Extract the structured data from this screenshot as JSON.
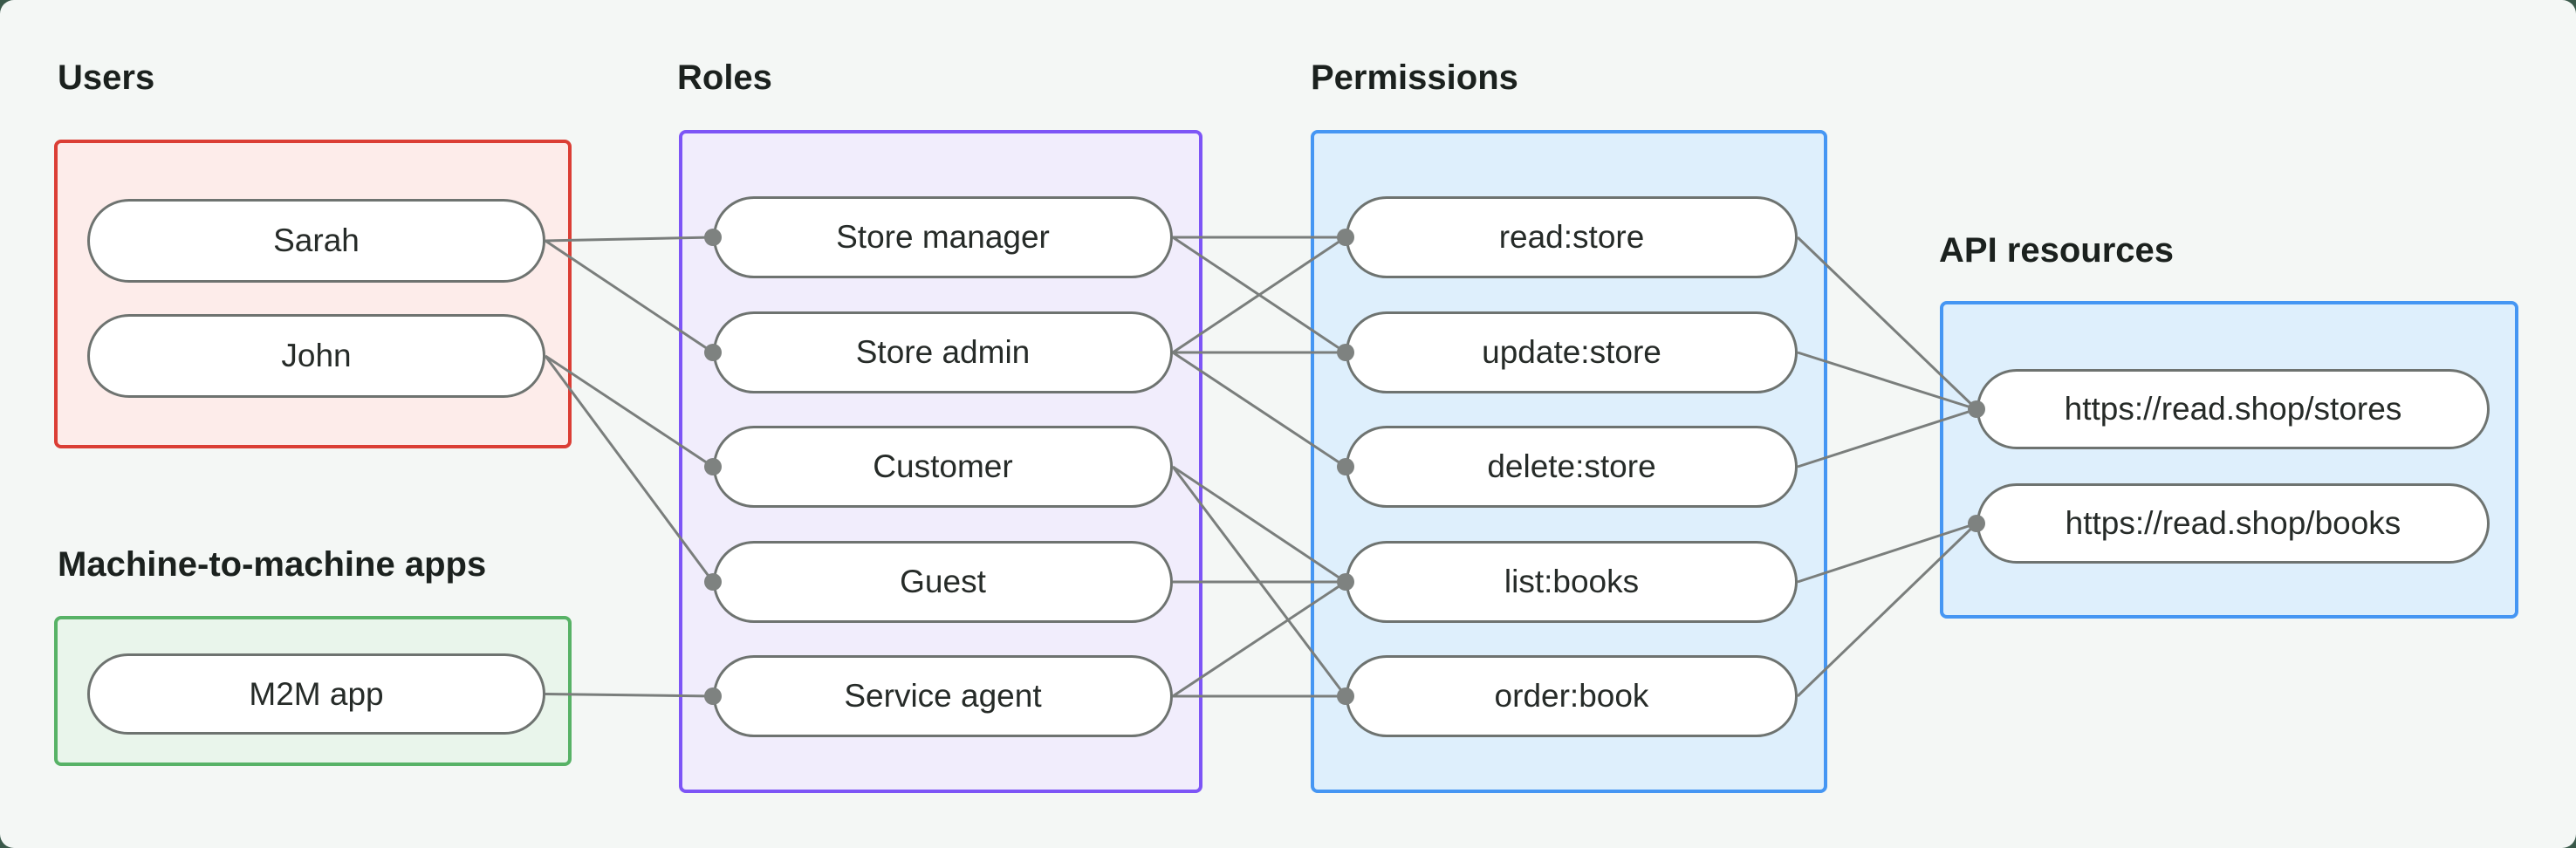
{
  "diagram": {
    "colors": {
      "backdrop": "#3a594a",
      "panel_background": "#f4f7f5",
      "users_border": "#db3e35",
      "users_fill": "#fdecea",
      "m2m_border": "#57b266",
      "m2m_fill": "#e9f5eb",
      "roles_border": "#7d55f6",
      "roles_fill": "#f1edfc",
      "permissions_border": "#4596f3",
      "permissions_fill": "#deeffc",
      "api_border": "#4596f3",
      "api_fill": "#deeffc",
      "node_border": "#6e7370",
      "node_fill": "#ffffff",
      "edge_line": "#7a7e7c",
      "connection_dot": "#7e8280"
    },
    "groups": [
      {
        "id": "users",
        "title": "Users",
        "nodes": [
          {
            "id": "sarah",
            "label": "Sarah"
          },
          {
            "id": "john",
            "label": "John"
          }
        ]
      },
      {
        "id": "m2m",
        "title": "Machine-to-machine apps",
        "nodes": [
          {
            "id": "m2m-app",
            "label": "M2M app"
          }
        ]
      },
      {
        "id": "roles",
        "title": "Roles",
        "nodes": [
          {
            "id": "store-manager",
            "label": "Store manager"
          },
          {
            "id": "store-admin",
            "label": "Store admin"
          },
          {
            "id": "customer",
            "label": "Customer"
          },
          {
            "id": "guest",
            "label": "Guest"
          },
          {
            "id": "service-agent",
            "label": "Service agent"
          }
        ]
      },
      {
        "id": "permissions",
        "title": "Permissions",
        "nodes": [
          {
            "id": "read-store",
            "label": "read:store"
          },
          {
            "id": "update-store",
            "label": "update:store"
          },
          {
            "id": "delete-store",
            "label": "delete:store"
          },
          {
            "id": "list-books",
            "label": "list:books"
          },
          {
            "id": "order-book",
            "label": "order:book"
          }
        ]
      },
      {
        "id": "api",
        "title": "API resources",
        "nodes": [
          {
            "id": "stores",
            "label": "https://read.shop/stores"
          },
          {
            "id": "books",
            "label": "https://read.shop/books"
          }
        ]
      }
    ],
    "edges": [
      {
        "from": "sarah",
        "to": "store-manager"
      },
      {
        "from": "sarah",
        "to": "store-admin"
      },
      {
        "from": "john",
        "to": "customer"
      },
      {
        "from": "john",
        "to": "guest"
      },
      {
        "from": "m2m-app",
        "to": "service-agent"
      },
      {
        "from": "store-manager",
        "to": "read-store"
      },
      {
        "from": "store-manager",
        "to": "update-store"
      },
      {
        "from": "store-admin",
        "to": "read-store"
      },
      {
        "from": "store-admin",
        "to": "update-store"
      },
      {
        "from": "store-admin",
        "to": "delete-store"
      },
      {
        "from": "customer",
        "to": "list-books"
      },
      {
        "from": "customer",
        "to": "order-book"
      },
      {
        "from": "guest",
        "to": "list-books"
      },
      {
        "from": "service-agent",
        "to": "list-books"
      },
      {
        "from": "service-agent",
        "to": "order-book"
      },
      {
        "from": "read-store",
        "to": "stores"
      },
      {
        "from": "update-store",
        "to": "stores"
      },
      {
        "from": "delete-store",
        "to": "stores"
      },
      {
        "from": "list-books",
        "to": "books"
      },
      {
        "from": "order-book",
        "to": "books"
      }
    ]
  }
}
